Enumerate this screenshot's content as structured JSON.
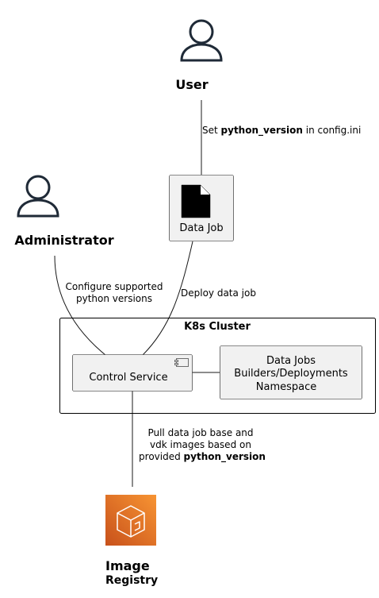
{
  "actors": {
    "user": {
      "name": "User"
    },
    "administrator": {
      "name": "Administrator"
    }
  },
  "nodes": {
    "data_job": {
      "label": "Data Job",
      "icon": "file-icon"
    },
    "control_service": {
      "label": "Control Service",
      "icon": "component-icon"
    },
    "namespace": {
      "lines": [
        "Data Jobs",
        "Builders/Deployments",
        "Namespace"
      ]
    },
    "registry": {
      "title": "Image",
      "subtitle": "Registry",
      "icon": "container-registry-icon"
    }
  },
  "cluster": {
    "label": "K8s Cluster"
  },
  "edges": {
    "user_to_job": {
      "prefix": "Set ",
      "bold": "python_version",
      "suffix": " in config.ini"
    },
    "admin_to_control": {
      "line1": "Configure supported",
      "line2": "python versions"
    },
    "job_to_control": {
      "label": "Deploy data job"
    },
    "control_to_registry": {
      "line1": "Pull data job base and",
      "line2": "vdk images based on",
      "line3_prefix": "provided ",
      "line3_bold": "python_version"
    }
  },
  "colors": {
    "actor_stroke": "#1f2a37",
    "node_fill": "#f1f1f1",
    "registry_gradient_top": "#f79433",
    "registry_gradient_bottom": "#c8511b"
  }
}
